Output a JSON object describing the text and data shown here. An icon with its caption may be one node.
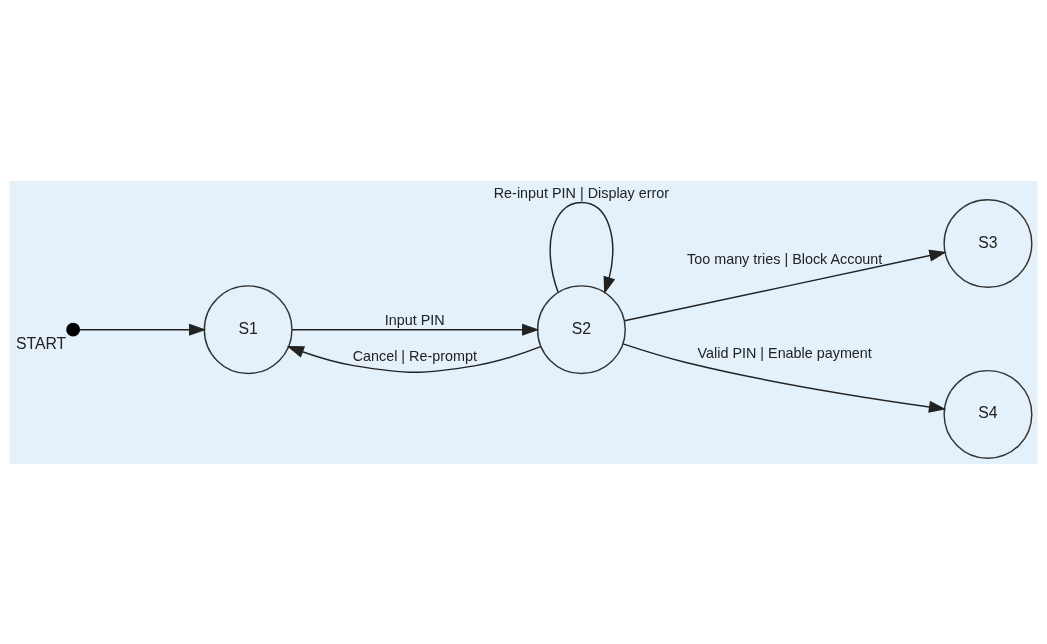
{
  "diagram": {
    "nodes": [
      {
        "text": [],
        "shape": "circle",
        "beside": [
          "START"
        ]
      },
      {
        "text": [
          "S1"
        ]
      },
      {
        "text": [
          "S2"
        ]
      },
      {
        "text": [
          "S3"
        ]
      },
      {
        "text": [
          "S4"
        ]
      }
    ],
    "edges": [
      {
        "from": 0,
        "to": 1,
        "arrow": "to"
      },
      {
        "from": 1,
        "to": 2,
        "arrow": "to",
        "label": "Input PIN"
      },
      {
        "from": 2,
        "to": 2,
        "arrow": "to",
        "label": "Re-input PIN | Display error"
      },
      {
        "from": 2,
        "to": 1,
        "arrow": "to",
        "label": "Cancel | Re-prompt"
      },
      {
        "from": 2,
        "to": 3,
        "arrow": "to",
        "label": "Too many tries | Block Account"
      },
      {
        "from": 2,
        "to": 4,
        "arrow": "to",
        "label": "Valid PIN | Enable payment"
      }
    ]
  }
}
